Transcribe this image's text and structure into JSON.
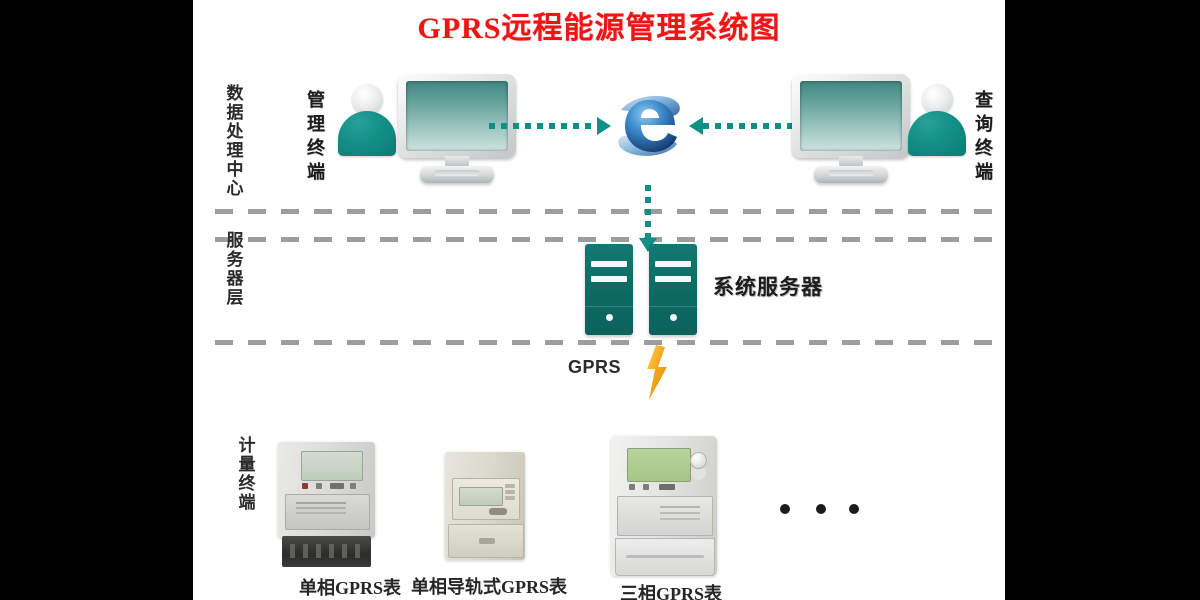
{
  "title": "GPRS远程能源管理系统图",
  "colors": {
    "title_red": "#f01515",
    "teal": "#0f8f86",
    "server_teal": "#0e6d66",
    "bolt_orange": "#f0a017",
    "dash_gray": "#9d9d9d",
    "letterbox": "#000000",
    "canvas": "#ffffff"
  },
  "layers": {
    "data_center": "数据处理中心",
    "server_layer": "服务器层",
    "metering_terminal": "计量终端"
  },
  "terminals": {
    "management": "管理终端",
    "query": "查询终端"
  },
  "network": {
    "browser_icon": "internet-explorer-icon",
    "left_arrow": "dotted-arrow-right",
    "right_arrow": "dotted-arrow-left",
    "down_arrow": "dotted-arrow-down"
  },
  "servers": {
    "label": "系统服务器",
    "count": 2
  },
  "link": {
    "label": "GPRS",
    "icon": "lightning-bolt-icon"
  },
  "meters": [
    {
      "caption": "单相GPRS表",
      "icon": "single-phase-gprs-meter"
    },
    {
      "caption": "单相导轨式GPRS表",
      "icon": "din-rail-gprs-meter"
    },
    {
      "caption": "三相GPRS表",
      "icon": "three-phase-gprs-meter"
    }
  ],
  "ellipsis": "• • •"
}
